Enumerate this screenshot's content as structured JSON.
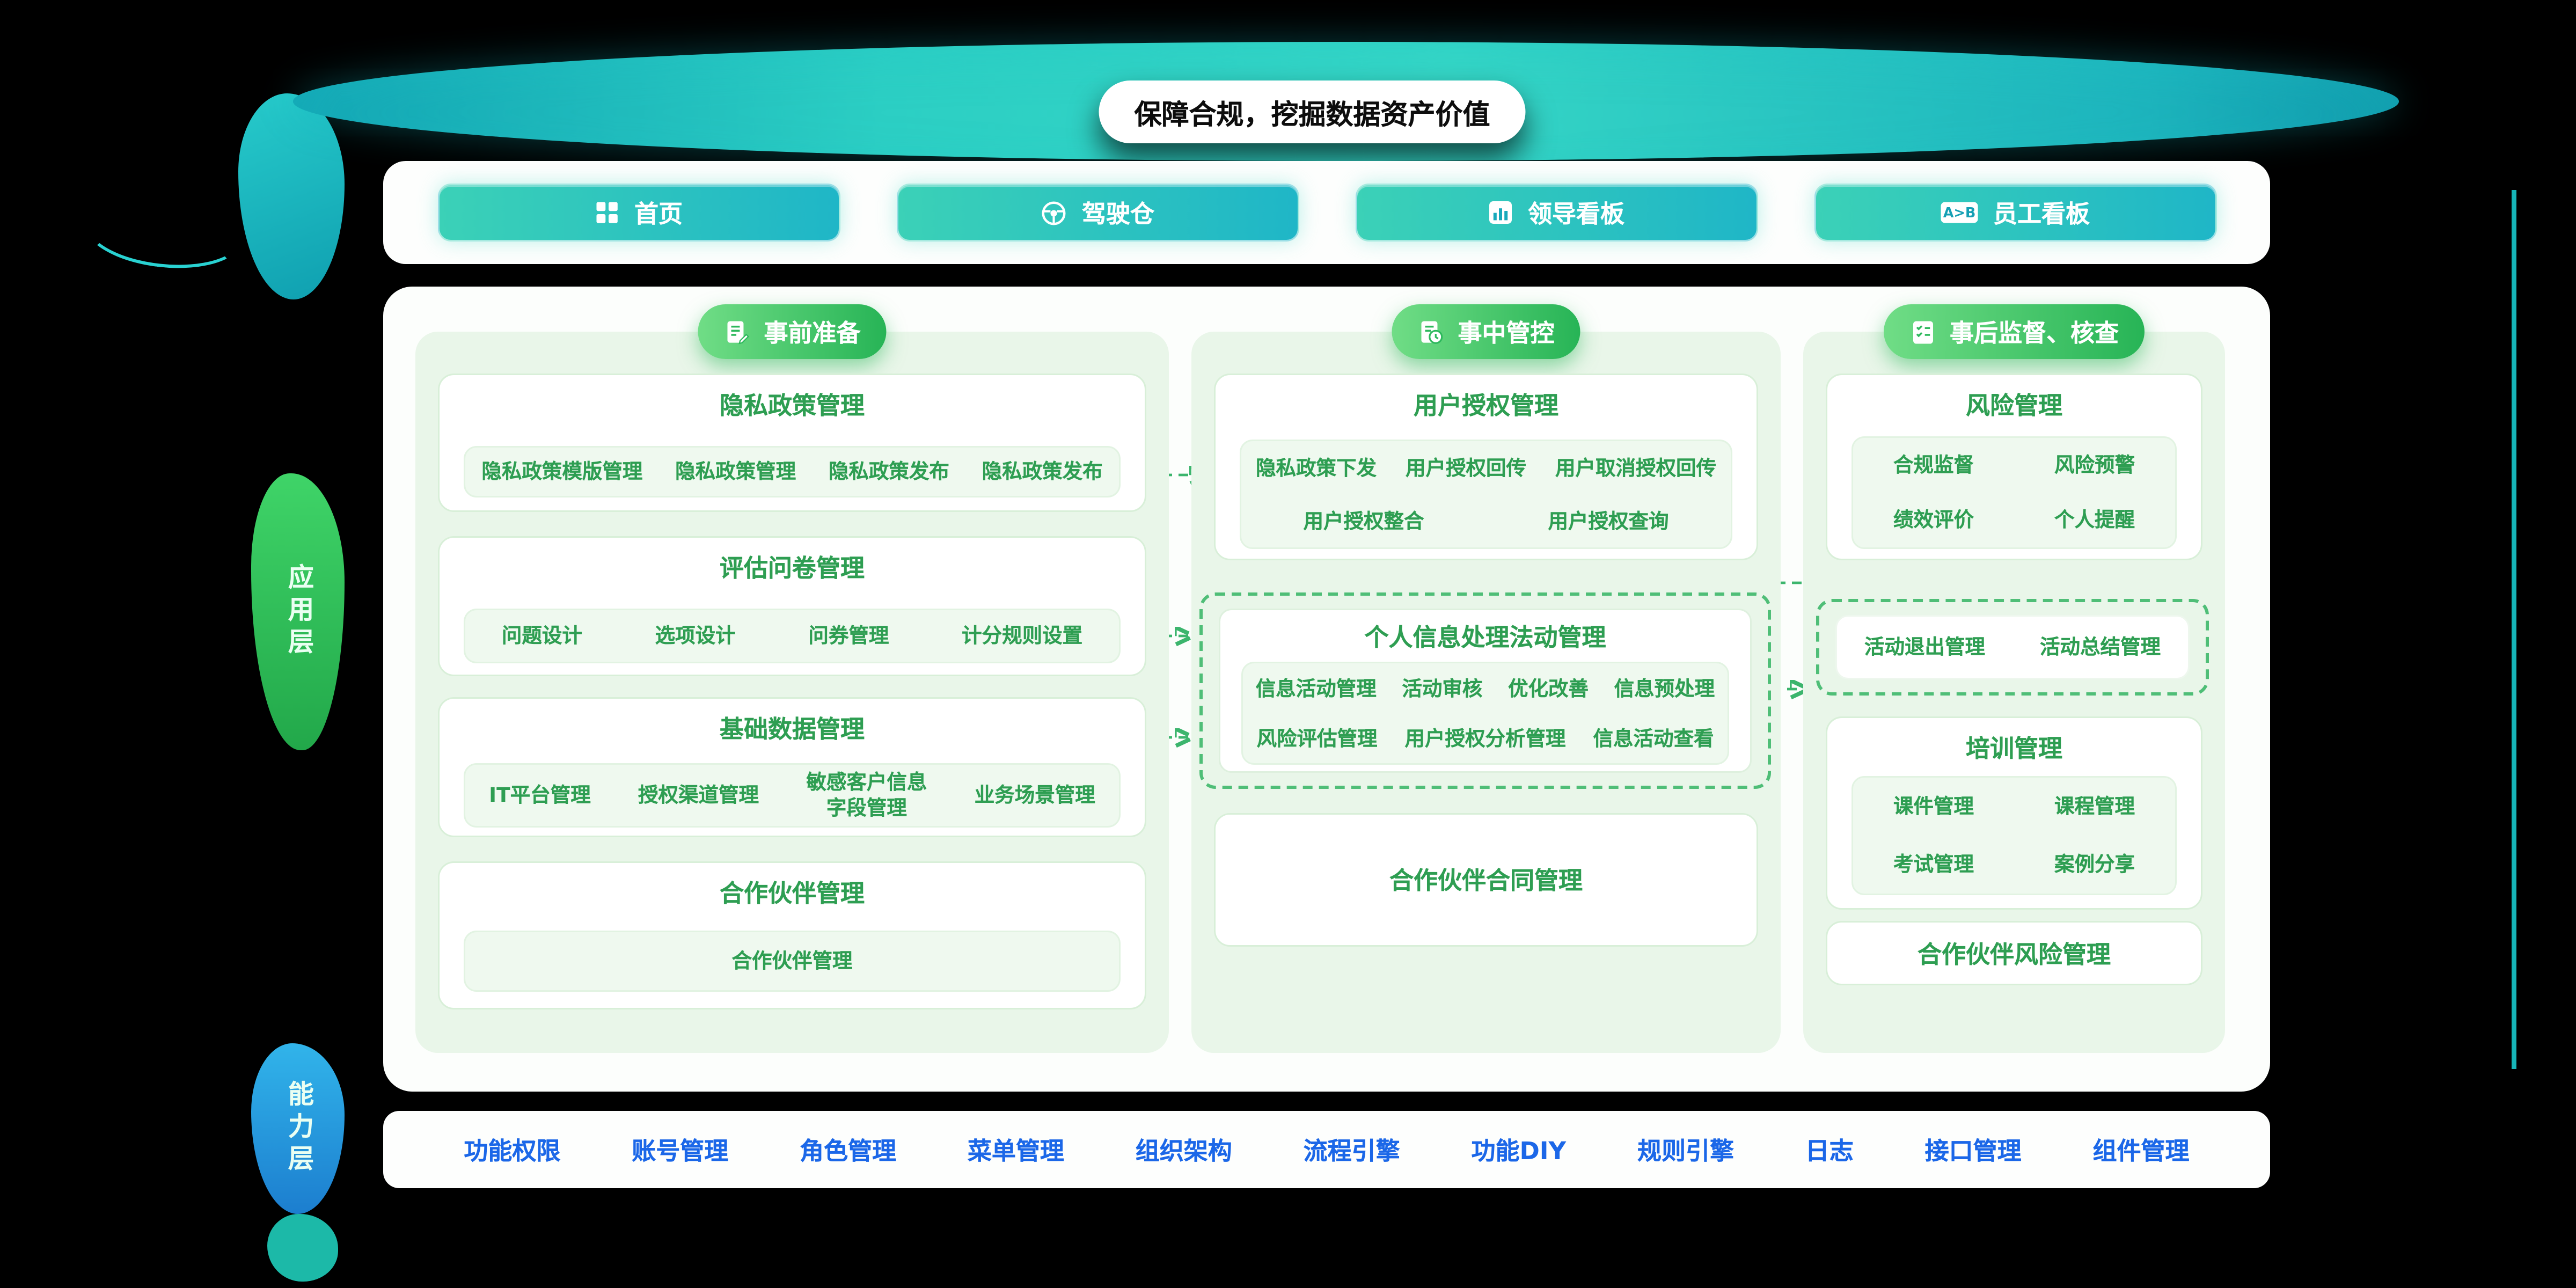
{
  "banner": {
    "slogan": "保障合规，挖掘数据资产价值"
  },
  "nav": {
    "buttons": [
      {
        "label": "首页",
        "icon": "grid-icon"
      },
      {
        "label": "驾驶仓",
        "icon": "steering-wheel-icon"
      },
      {
        "label": "领导看板",
        "icon": "bar-chart-icon"
      },
      {
        "label": "员工看板",
        "icon": "ab-board-icon"
      }
    ]
  },
  "layers": {
    "application": "应用层",
    "capability": "能力层"
  },
  "columns": [
    {
      "id": "pre",
      "header": {
        "label": "事前准备",
        "icon": "doc-pen-icon"
      },
      "cards": [
        {
          "title": "隐私政策管理",
          "rows": [
            [
              "隐私政策模版管理",
              "隐私政策管理",
              "隐私政策发布",
              "隐私政策发布"
            ]
          ]
        },
        {
          "title": "评估问卷管理",
          "rows": [
            [
              "问题设计",
              "选项设计",
              "问券管理",
              "计分规则设置"
            ]
          ]
        },
        {
          "title": "基础数据管理",
          "rows": [
            [
              "IT平台管理",
              "授权渠道管理",
              "敏感客户信息\n字段管理",
              "业务场景管理"
            ]
          ]
        },
        {
          "title": "合作伙伴管理",
          "rows": [
            [
              "合作伙伴管理"
            ]
          ]
        }
      ]
    },
    {
      "id": "mid",
      "header": {
        "label": "事中管控",
        "icon": "doc-clock-icon"
      },
      "cards": [
        {
          "title": "用户授权管理",
          "rows": [
            [
              "隐私政策下发",
              "用户授权回传",
              "用户取消授权回传"
            ],
            [
              "用户授权整合",
              "用户授权查询"
            ]
          ]
        },
        {
          "title": "个人信息处理法动管理",
          "dashed": true,
          "rows": [
            [
              "信息活动管理",
              "活动审核",
              "优化改善",
              "信息预处理"
            ],
            [
              "风险评估管理",
              "用户授权分析管理",
              "信息活动查看"
            ]
          ]
        },
        {
          "title": "合作伙伴合同管理",
          "rows": []
        }
      ]
    },
    {
      "id": "post",
      "header": {
        "label": "事后监督、核查",
        "icon": "doc-check-icon"
      },
      "cards": [
        {
          "title": "风险管理",
          "rows": [
            [
              "合规监督",
              "风险预警"
            ],
            [
              "绩效评价",
              "个人提醒"
            ]
          ]
        },
        {
          "title": "",
          "dashed": true,
          "rows": [
            [
              "活动退出管理",
              "活动总结管理"
            ]
          ]
        },
        {
          "title": "培训管理",
          "rows": [
            [
              "课件管理",
              "课程管理"
            ],
            [
              "考试管理",
              "案例分享"
            ]
          ]
        },
        {
          "title": "合作伙伴风险管理",
          "rows": []
        }
      ]
    }
  ],
  "footer": {
    "items": [
      "功能权限",
      "账号管理",
      "角色管理",
      "菜单管理",
      "组织架构",
      "流程引擎",
      "功能DIY",
      "规则引擎",
      "日志",
      "接口管理",
      "组件管理"
    ]
  },
  "colors": {
    "background": "#000000",
    "banner_teal": "#23c6c0",
    "pill_green": "#2db85c",
    "column_bg": "#e9f6e9",
    "item_green": "#2e9e52",
    "footer_blue": "#1b67e8",
    "layer_green": "#2fc75a",
    "layer_blue": "#2596dd"
  }
}
